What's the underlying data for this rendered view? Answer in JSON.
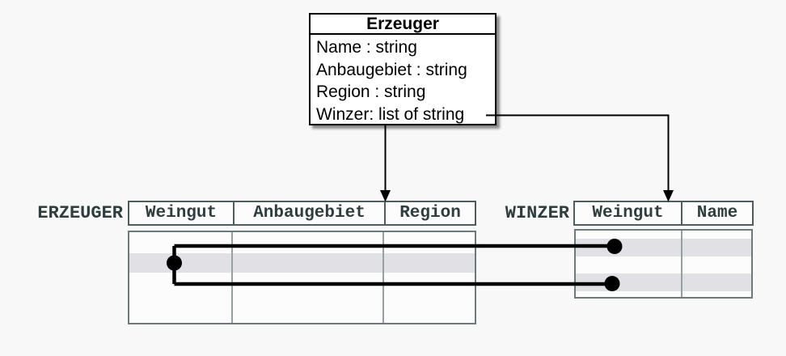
{
  "class_box": {
    "title": "Erzeuger",
    "attributes": [
      "Name : string",
      "Anbaugebiet : string",
      "Region : string",
      "Winzer: list of string"
    ]
  },
  "tables": {
    "erzeuger": {
      "label": "ERZEUGER",
      "columns": [
        "Weingut",
        "Anbaugebiet",
        "Region"
      ]
    },
    "winzer": {
      "label": "WINZER",
      "columns": [
        "Weingut",
        "Name"
      ]
    }
  },
  "icons": {
    "arrowhead": "arrow-down-icon",
    "link_dot": "link-dot-icon"
  },
  "colors": {
    "canvas-bg": "#f8f8f8",
    "box-bg": "#ffffff",
    "line-black": "#000000",
    "label-text": "#2e3e3e",
    "header-border": "#4e5d5d",
    "body-border": "#6b7a7a",
    "divider": "#95a0a0",
    "row-highlight": "#e1e1e5",
    "cell-bg": "#fcfcfc"
  }
}
